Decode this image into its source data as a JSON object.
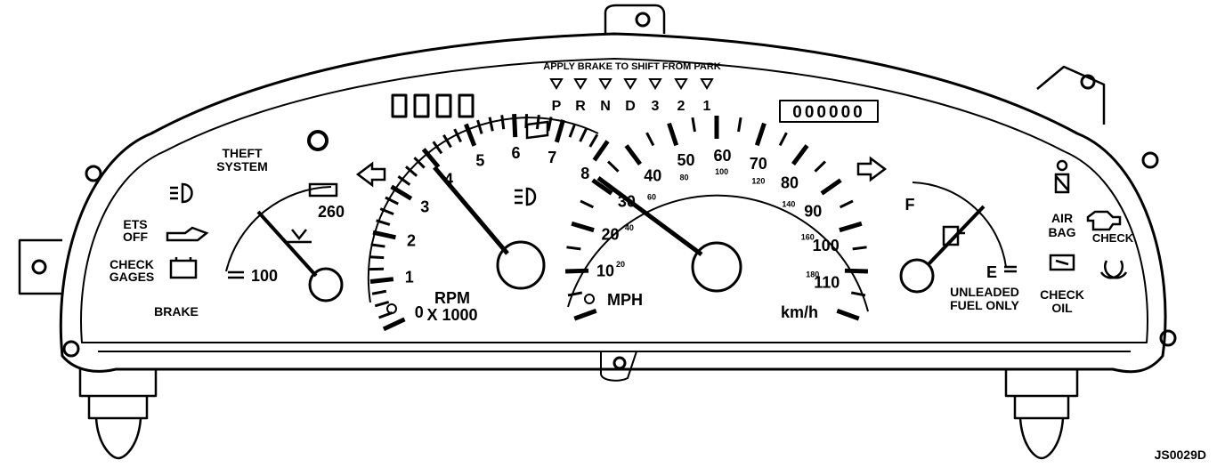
{
  "colors": {
    "ink": "#000000",
    "paper": "#ffffff"
  },
  "header": {
    "shift_notice": "APPLY BRAKE TO SHIFT FROM PARK"
  },
  "prndl": [
    "P",
    "R",
    "N",
    "D",
    "3",
    "2",
    "1"
  ],
  "odometer": {
    "value": "000000"
  },
  "tachometer": {
    "ticks": [
      "0",
      "1",
      "2",
      "3",
      "4",
      "5",
      "6",
      "7",
      "8"
    ],
    "label_top": "RPM",
    "label_bottom": "X 1000"
  },
  "speedometer": {
    "mph_ticks": [
      "10",
      "20",
      "30",
      "40",
      "50",
      "60",
      "70",
      "80",
      "90",
      "100",
      "110"
    ],
    "kmh_ticks": [
      "20",
      "40",
      "60",
      "80",
      "100",
      "120",
      "140",
      "160",
      "180"
    ],
    "mph_label": "MPH",
    "kmh_label": "km/h"
  },
  "temp_gauge": {
    "low": "100",
    "high": "260"
  },
  "fuel_gauge": {
    "full": "F",
    "empty": "E",
    "notice_line1": "UNLEADED",
    "notice_line2": "FUEL ONLY"
  },
  "warnings_left": {
    "theft_line1": "THEFT",
    "theft_line2": "SYSTEM",
    "ets_line1": "ETS",
    "ets_line2": "OFF",
    "check_gages_line1": "CHECK",
    "check_gages_line2": "GAGES",
    "brake": "BRAKE"
  },
  "warnings_right": {
    "air_bag_line1": "AIR",
    "air_bag_line2": "BAG",
    "check_engine": "CHECK",
    "check_oil_line1": "CHECK",
    "check_oil_line2": "OIL"
  },
  "figure_code": "JS0029D",
  "icons": [
    "headlamp-icon",
    "oil-can-icon",
    "battery-icon",
    "turn-left-icon",
    "turn-right-icon",
    "high-beam-icon",
    "seatbelt-icon",
    "engine-icon",
    "abs-icon",
    "fuel-pump-icon",
    "coolant-icon",
    "low-fuel-icon"
  ]
}
